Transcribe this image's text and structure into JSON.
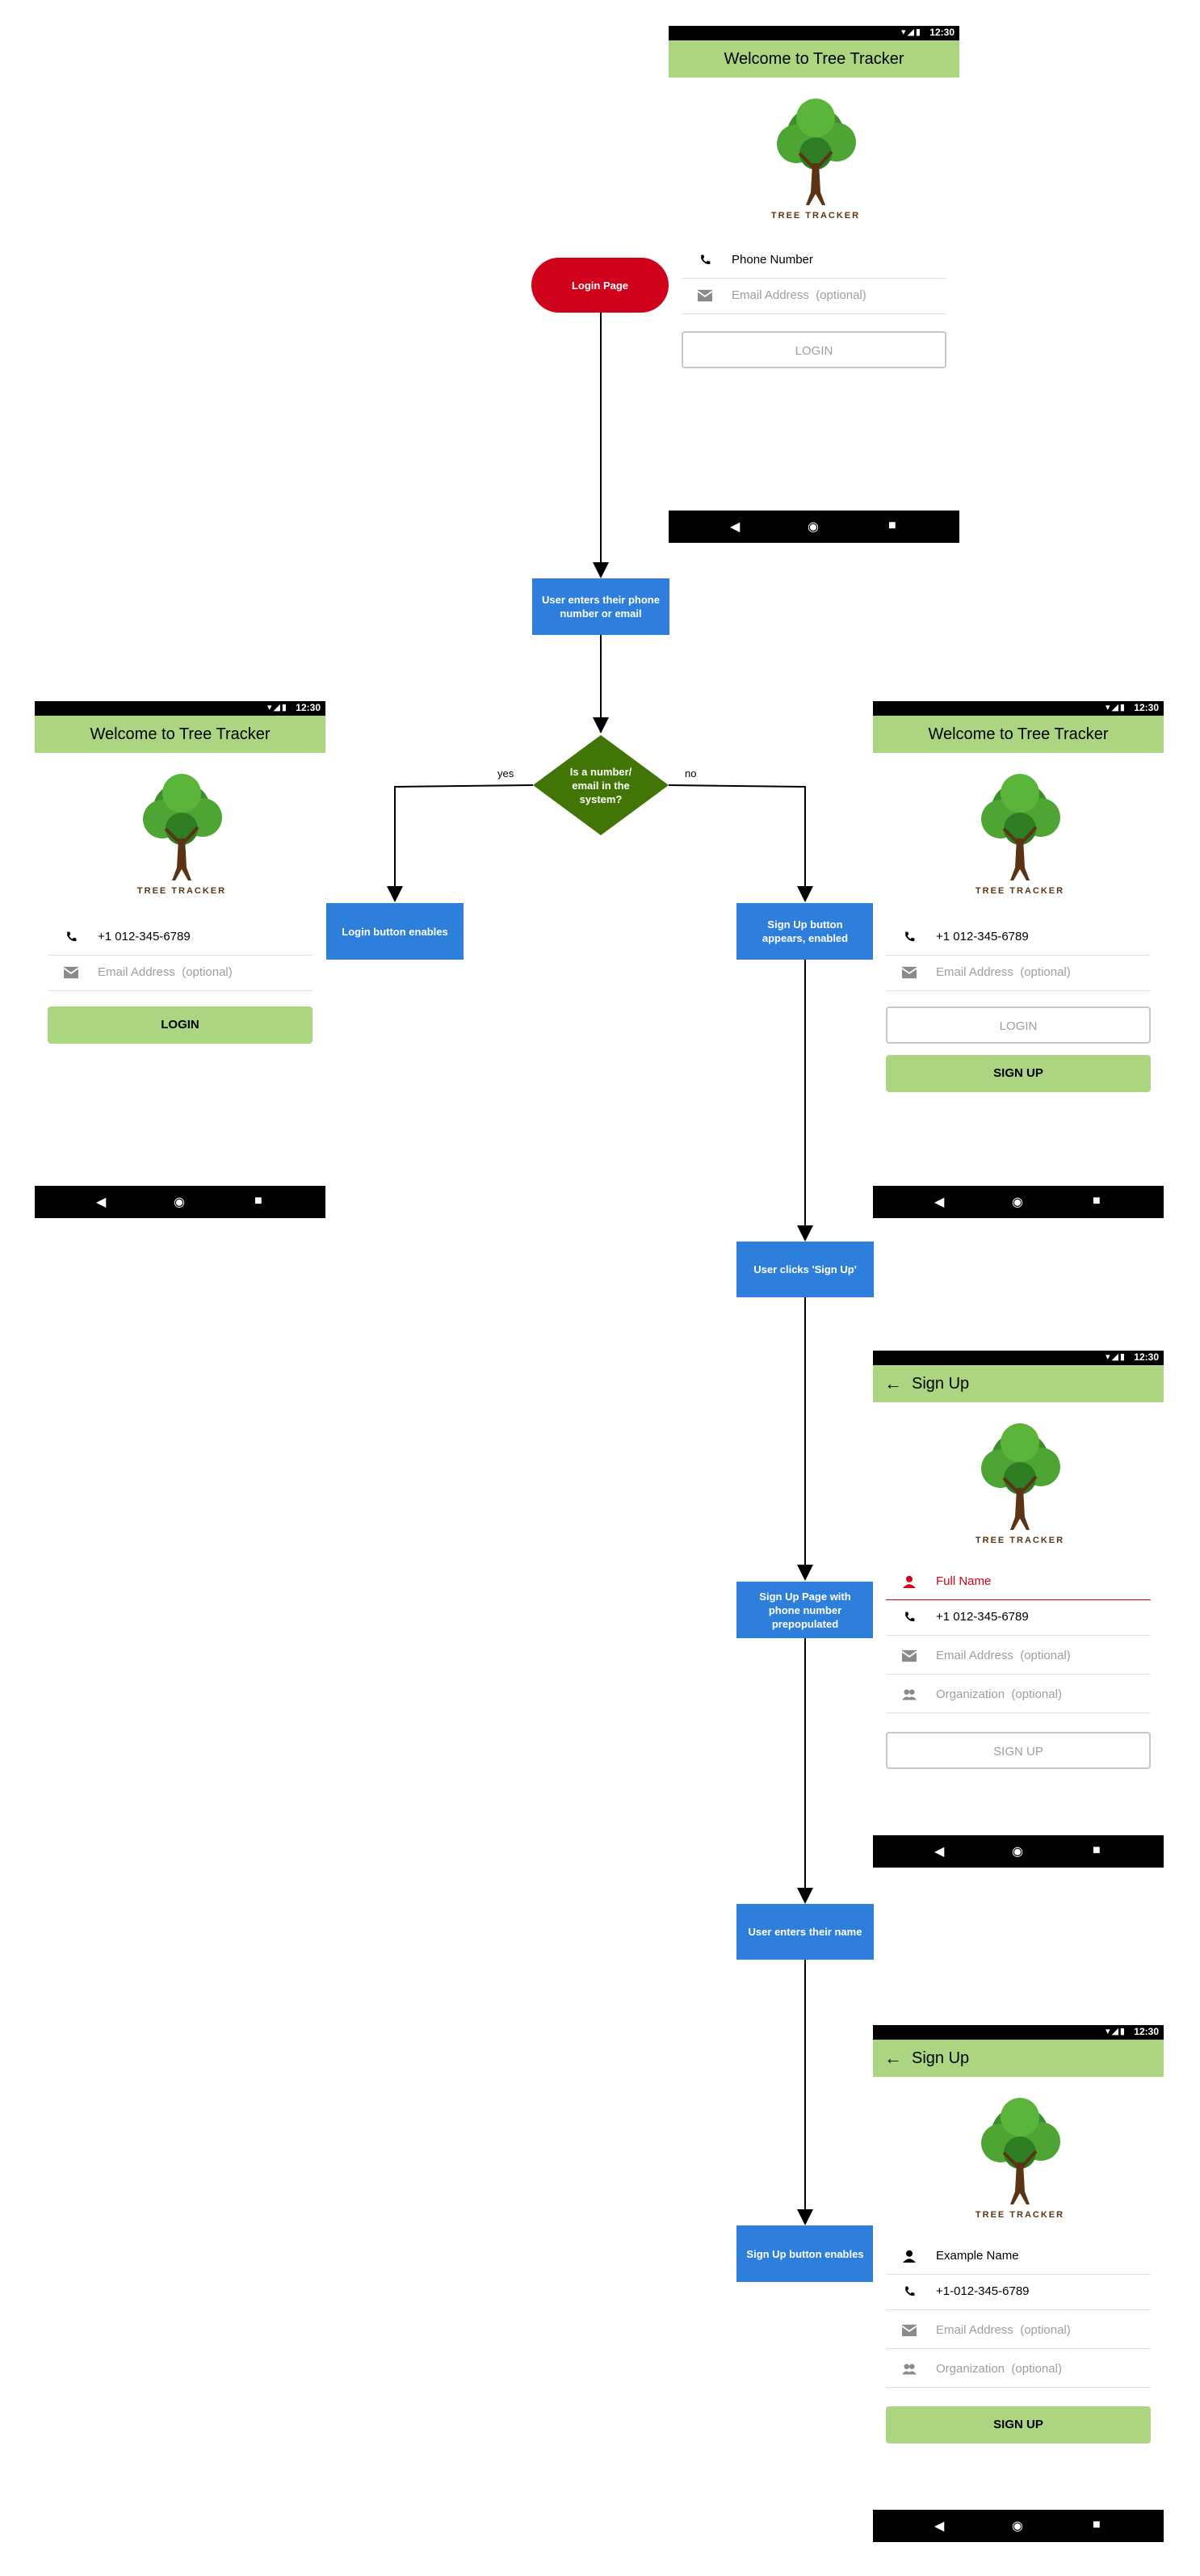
{
  "flow": {
    "start": "Login Page",
    "enter_contact": "User enters their phone number or email",
    "decision": "Is a number/ email in the system?",
    "yes": "yes",
    "no": "no",
    "login_enables": "Login button enables",
    "signup_appears": "Sign Up button appears, enabled",
    "clicks_signup": "User clicks 'Sign Up'",
    "signup_page": "Sign Up Page with phone number prepopulated",
    "enters_name": "User enters their name",
    "signup_enables": "Sign Up button enables"
  },
  "colors": {
    "process": "#2e7fdc",
    "decision": "#417505",
    "terminal": "#d0021b",
    "appbar": "#acd582"
  },
  "screens": {
    "status_time": "12:30",
    "logo_text": "TREE TRACKER",
    "welcome_title": "Welcome to Tree Tracker",
    "signup_title": "Sign Up",
    "phone_placeholder": "Phone Number",
    "email_placeholder": "Email Address",
    "optional": "(optional)",
    "phone_value": "+1 012-345-6789",
    "phone_value_alt": "+1-012-345-6789",
    "full_name_placeholder": "Full Name",
    "organization_placeholder": "Organization",
    "name_value": "Example Name",
    "login_label": "LOGIN",
    "signup_label": "SIGN UP",
    "nav": {
      "back": "◀",
      "home": "◉",
      "recent": "■"
    }
  },
  "icons": [
    "phone-icon",
    "mail-icon",
    "person-icon",
    "group-icon",
    "back-arrow-icon",
    "tree-icon",
    "wifi-icon",
    "signal-icon",
    "battery-icon"
  ]
}
